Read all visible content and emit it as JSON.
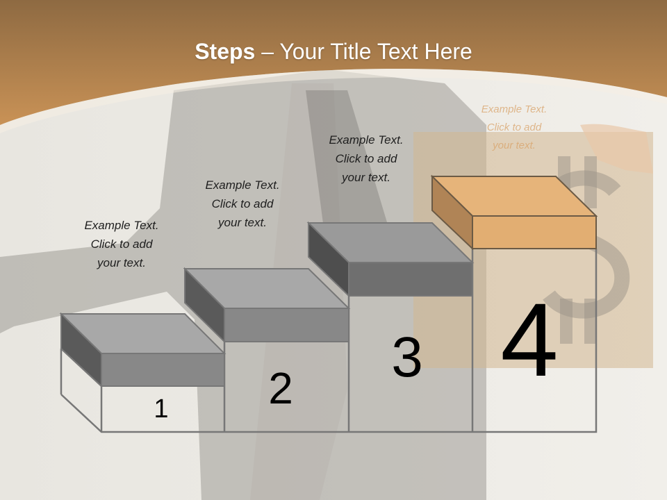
{
  "title": {
    "bold": "Steps",
    "rest": " – Your Title Text Here"
  },
  "steps": [
    {
      "number": "1",
      "caption": [
        "Example Text.",
        "Click  to add",
        "your text."
      ]
    },
    {
      "number": "2",
      "caption": [
        "Example Text.",
        "Click  to add",
        "your text."
      ]
    },
    {
      "number": "3",
      "caption": [
        "Example Text.",
        "Click  to add",
        "your text."
      ]
    },
    {
      "number": "4",
      "caption": [
        "Example Text.",
        "Click  to add",
        "your text."
      ]
    }
  ],
  "colors": {
    "header": "#b0763e",
    "step_gray": "#8a8a8a",
    "step_accent": "#e2ae72"
  }
}
